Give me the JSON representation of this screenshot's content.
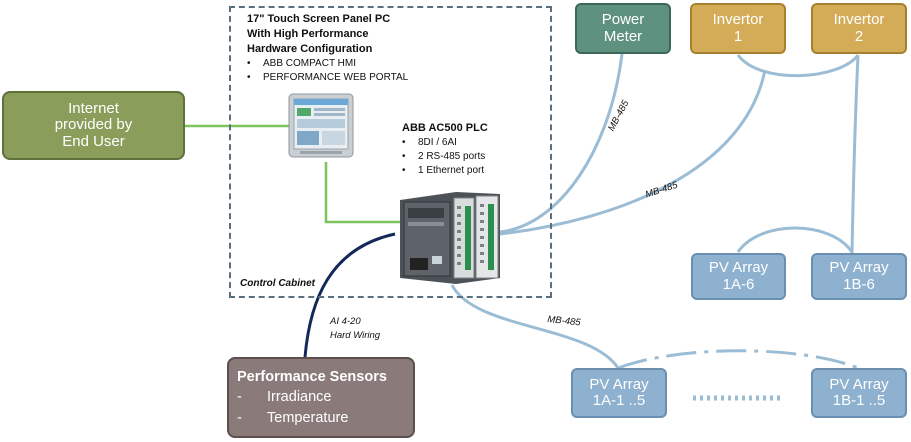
{
  "colors": {
    "internet_fill": "#8a9d5a",
    "internet_border": "#5f7038",
    "meter_fill": "#5f9180",
    "meter_border": "#3c6858",
    "invertor_fill": "#d4ac57",
    "invertor_border": "#a5812f",
    "pv_fill": "#8eb1cf",
    "pv_border": "#6a8fb1",
    "sensor_fill": "#8a7b7a",
    "sensor_border": "#5c4f4e",
    "green_line": "#7fc35d",
    "blue_line": "#9bbcd5",
    "navy_line": "#14295a"
  },
  "internet": {
    "label": "Internet\nprovided by\nEnd User"
  },
  "power_meter": {
    "label": "Power\nMeter"
  },
  "invertor1": {
    "label": "Invertor\n1"
  },
  "invertor2": {
    "label": "Invertor\n2"
  },
  "pv_1a6": {
    "label": "PV Array\n1A-6"
  },
  "pv_1b6": {
    "label": "PV Array\n1B-6"
  },
  "pv_1a15": {
    "label": "PV Array\n1A-1 ..5"
  },
  "pv_1b15": {
    "label": "PV Array\n1B-1 ..5"
  },
  "cabinet": {
    "label": "Control Cabinet"
  },
  "panel_pc": {
    "title": "17\" Touch Screen Panel PC\nWith High Performance\nHardware Configuration",
    "bullets": [
      "ABB COMPACT HMI",
      "PERFORMANCE WEB PORTAL"
    ]
  },
  "plc": {
    "title": "ABB AC500 PLC",
    "bullets": [
      "8DI / 6AI",
      "2 RS-485 ports",
      "1 Ethernet port"
    ]
  },
  "sensors": {
    "title": "Performance Sensors",
    "items": [
      {
        "dash": "-",
        "text": "Irradiance"
      },
      {
        "dash": "-",
        "text": "Temperature"
      }
    ]
  },
  "labels": {
    "mb485_a": "MB-485",
    "mb485_b": "MB-485",
    "mb485_c": "MB-485",
    "ai_line1": "AI 4-20",
    "ai_line2": "Hard Wiring"
  },
  "icons": {
    "hmi": "touch-panel-icon",
    "plc": "plc-device-icon"
  }
}
